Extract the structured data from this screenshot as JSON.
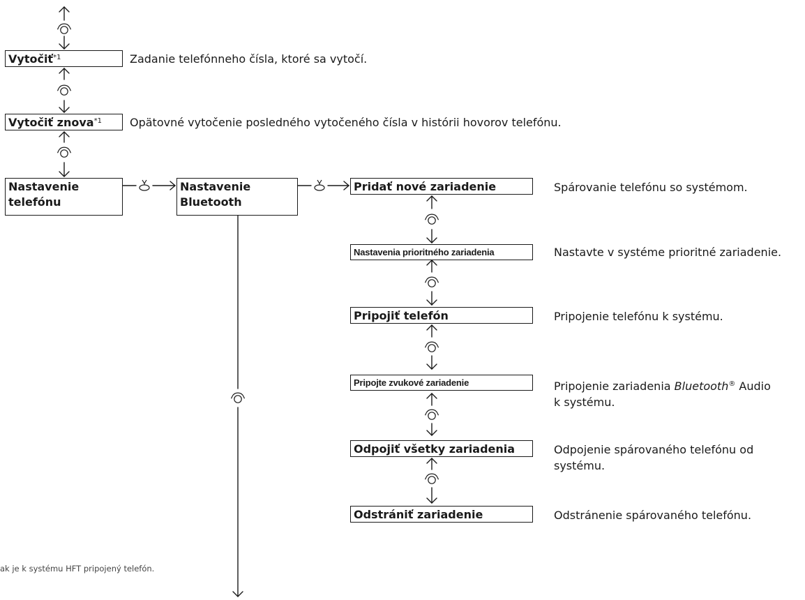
{
  "menu": {
    "dial": {
      "label": "Vytočiť",
      "mark": "*1",
      "desc": "Zadanie telefónneho čísla, ktoré sa vytočí."
    },
    "redial": {
      "label": "Vytočiť znova",
      "mark": "*1",
      "desc": "Opätovné vytočenie posledného vytočeného čísla v histórii hovorov telefónu."
    },
    "phone_setup": {
      "line1": "Nastavenie",
      "line2": "telefónu"
    },
    "bluetooth_setup": {
      "line1": "Nastavenie",
      "line2": "Bluetooth"
    }
  },
  "submenu": {
    "add_device": {
      "label": "Pridať nové zariadenie",
      "desc": "Spárovanie telefónu so systémom."
    },
    "priority": {
      "label": "Nastavenia prioritného zariadenia",
      "desc": "Nastavte v systéme prioritné zariadenie."
    },
    "connect_phone": {
      "label": "Pripojiť telefón",
      "desc": "Pripojenie telefónu k systému."
    },
    "connect_audio": {
      "label": "Pripojte zvukové zariadenie",
      "desc_pre": "Pripojenie zariadenia ",
      "desc_brand": "Bluetooth",
      "desc_reg": "®",
      "desc_post": " Audio",
      "desc_line2": "k systému."
    },
    "disconnect_all": {
      "label": "Odpojiť všetky zariadenia",
      "desc_line1": "Odpojenie spárovaného telefónu od",
      "desc_line2": "systému."
    },
    "delete_device": {
      "label": "Odstrániť zariadenie",
      "desc": "Odstránenie spárovaného telefónu."
    }
  },
  "footnote": "ak je k systému HFT pripojený telefón.",
  "icons": {
    "rotate": "rotate-knob-icon",
    "press": "press-knob-icon"
  }
}
